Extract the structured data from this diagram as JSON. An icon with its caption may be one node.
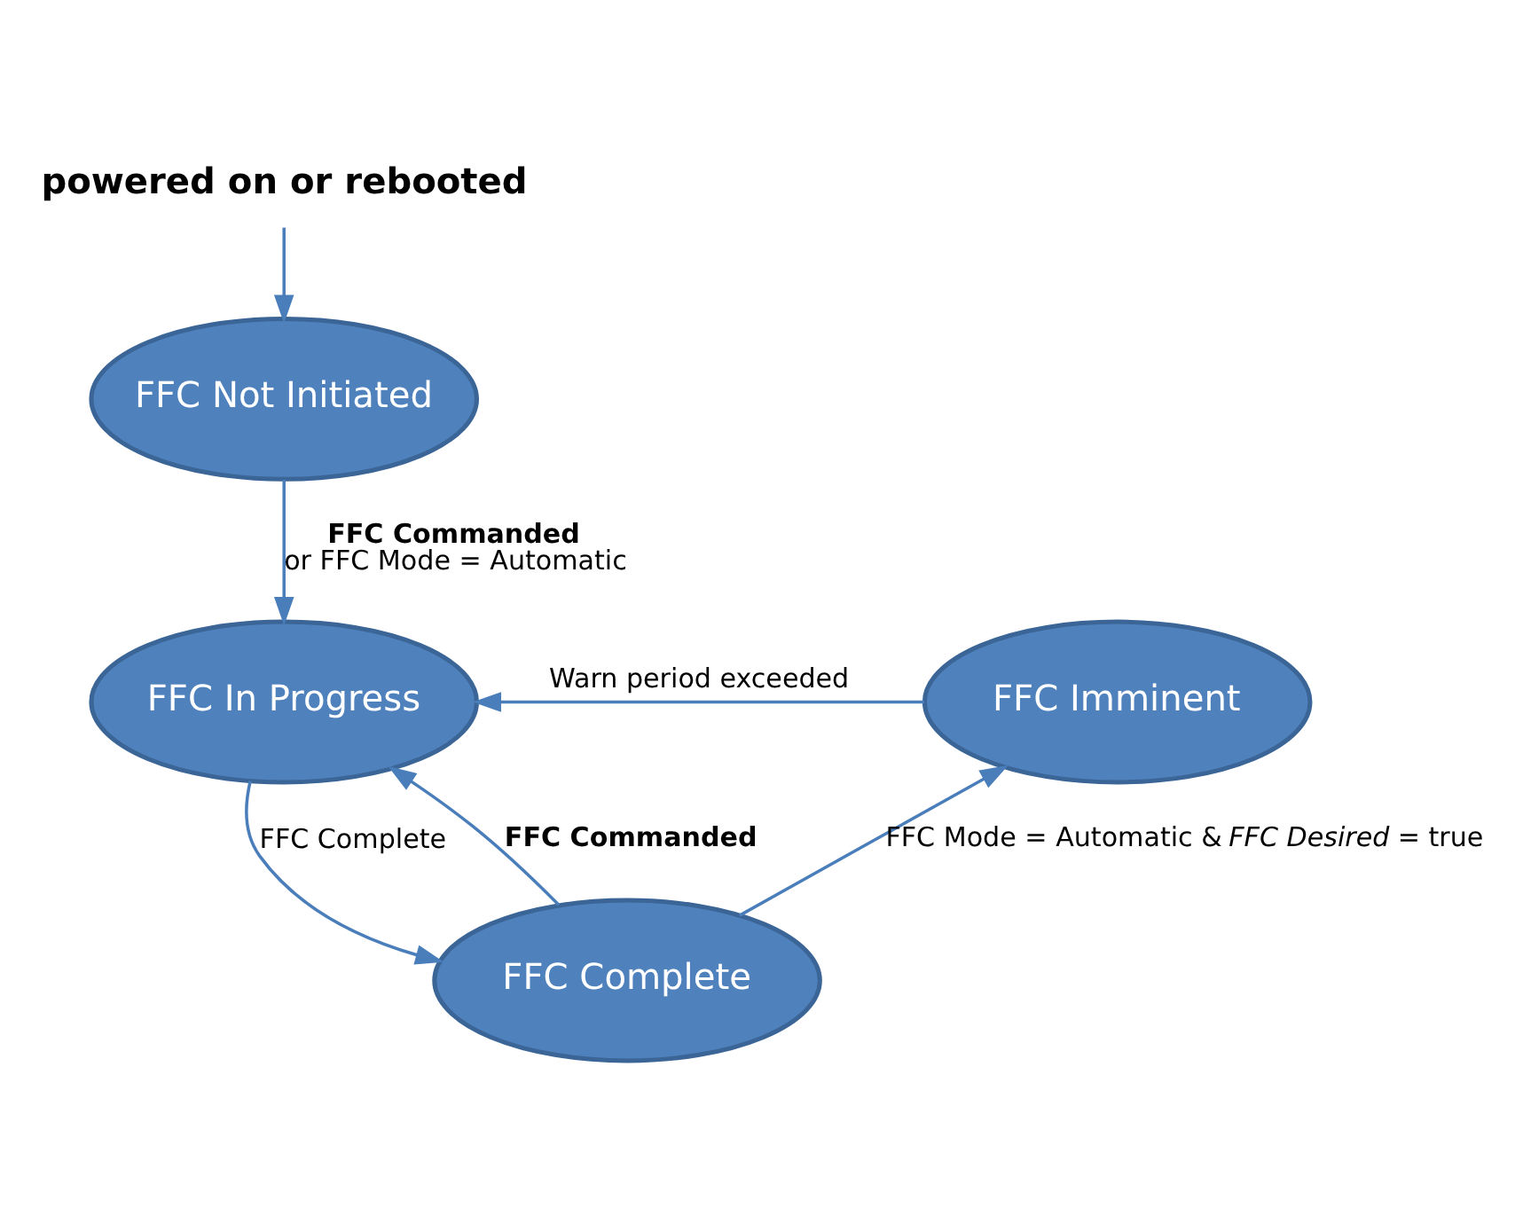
{
  "diagram": {
    "nodes": [
      {
        "text": [
          "**powered on or rebooted**"
        ]
      },
      {
        "text": [
          "FFC Not Initiated"
        ]
      },
      {
        "text": [
          "FFC In Progress"
        ]
      },
      {
        "text": [
          "FFC Imminent"
        ]
      },
      {
        "text": [
          "FFC Complete"
        ]
      }
    ],
    "edges": [
      {
        "from": 0,
        "to": 1,
        "arrow": "to"
      },
      {
        "from": 1,
        "to": 2,
        "arrow": "to",
        "label": "**FFC Commanded** or FFC Mode = Automatic"
      },
      {
        "from": 3,
        "to": 2,
        "arrow": "to",
        "label": "Warn period exceeded"
      },
      {
        "from": 2,
        "to": 4,
        "arrow": "to",
        "label": "FFC Complete"
      },
      {
        "from": 4,
        "to": 2,
        "arrow": "to",
        "label": "**FFC Commanded**"
      },
      {
        "from": 4,
        "to": 3,
        "arrow": "to",
        "label": "FFC Mode = Automatic & *FFC Desired*  = true"
      }
    ]
  }
}
